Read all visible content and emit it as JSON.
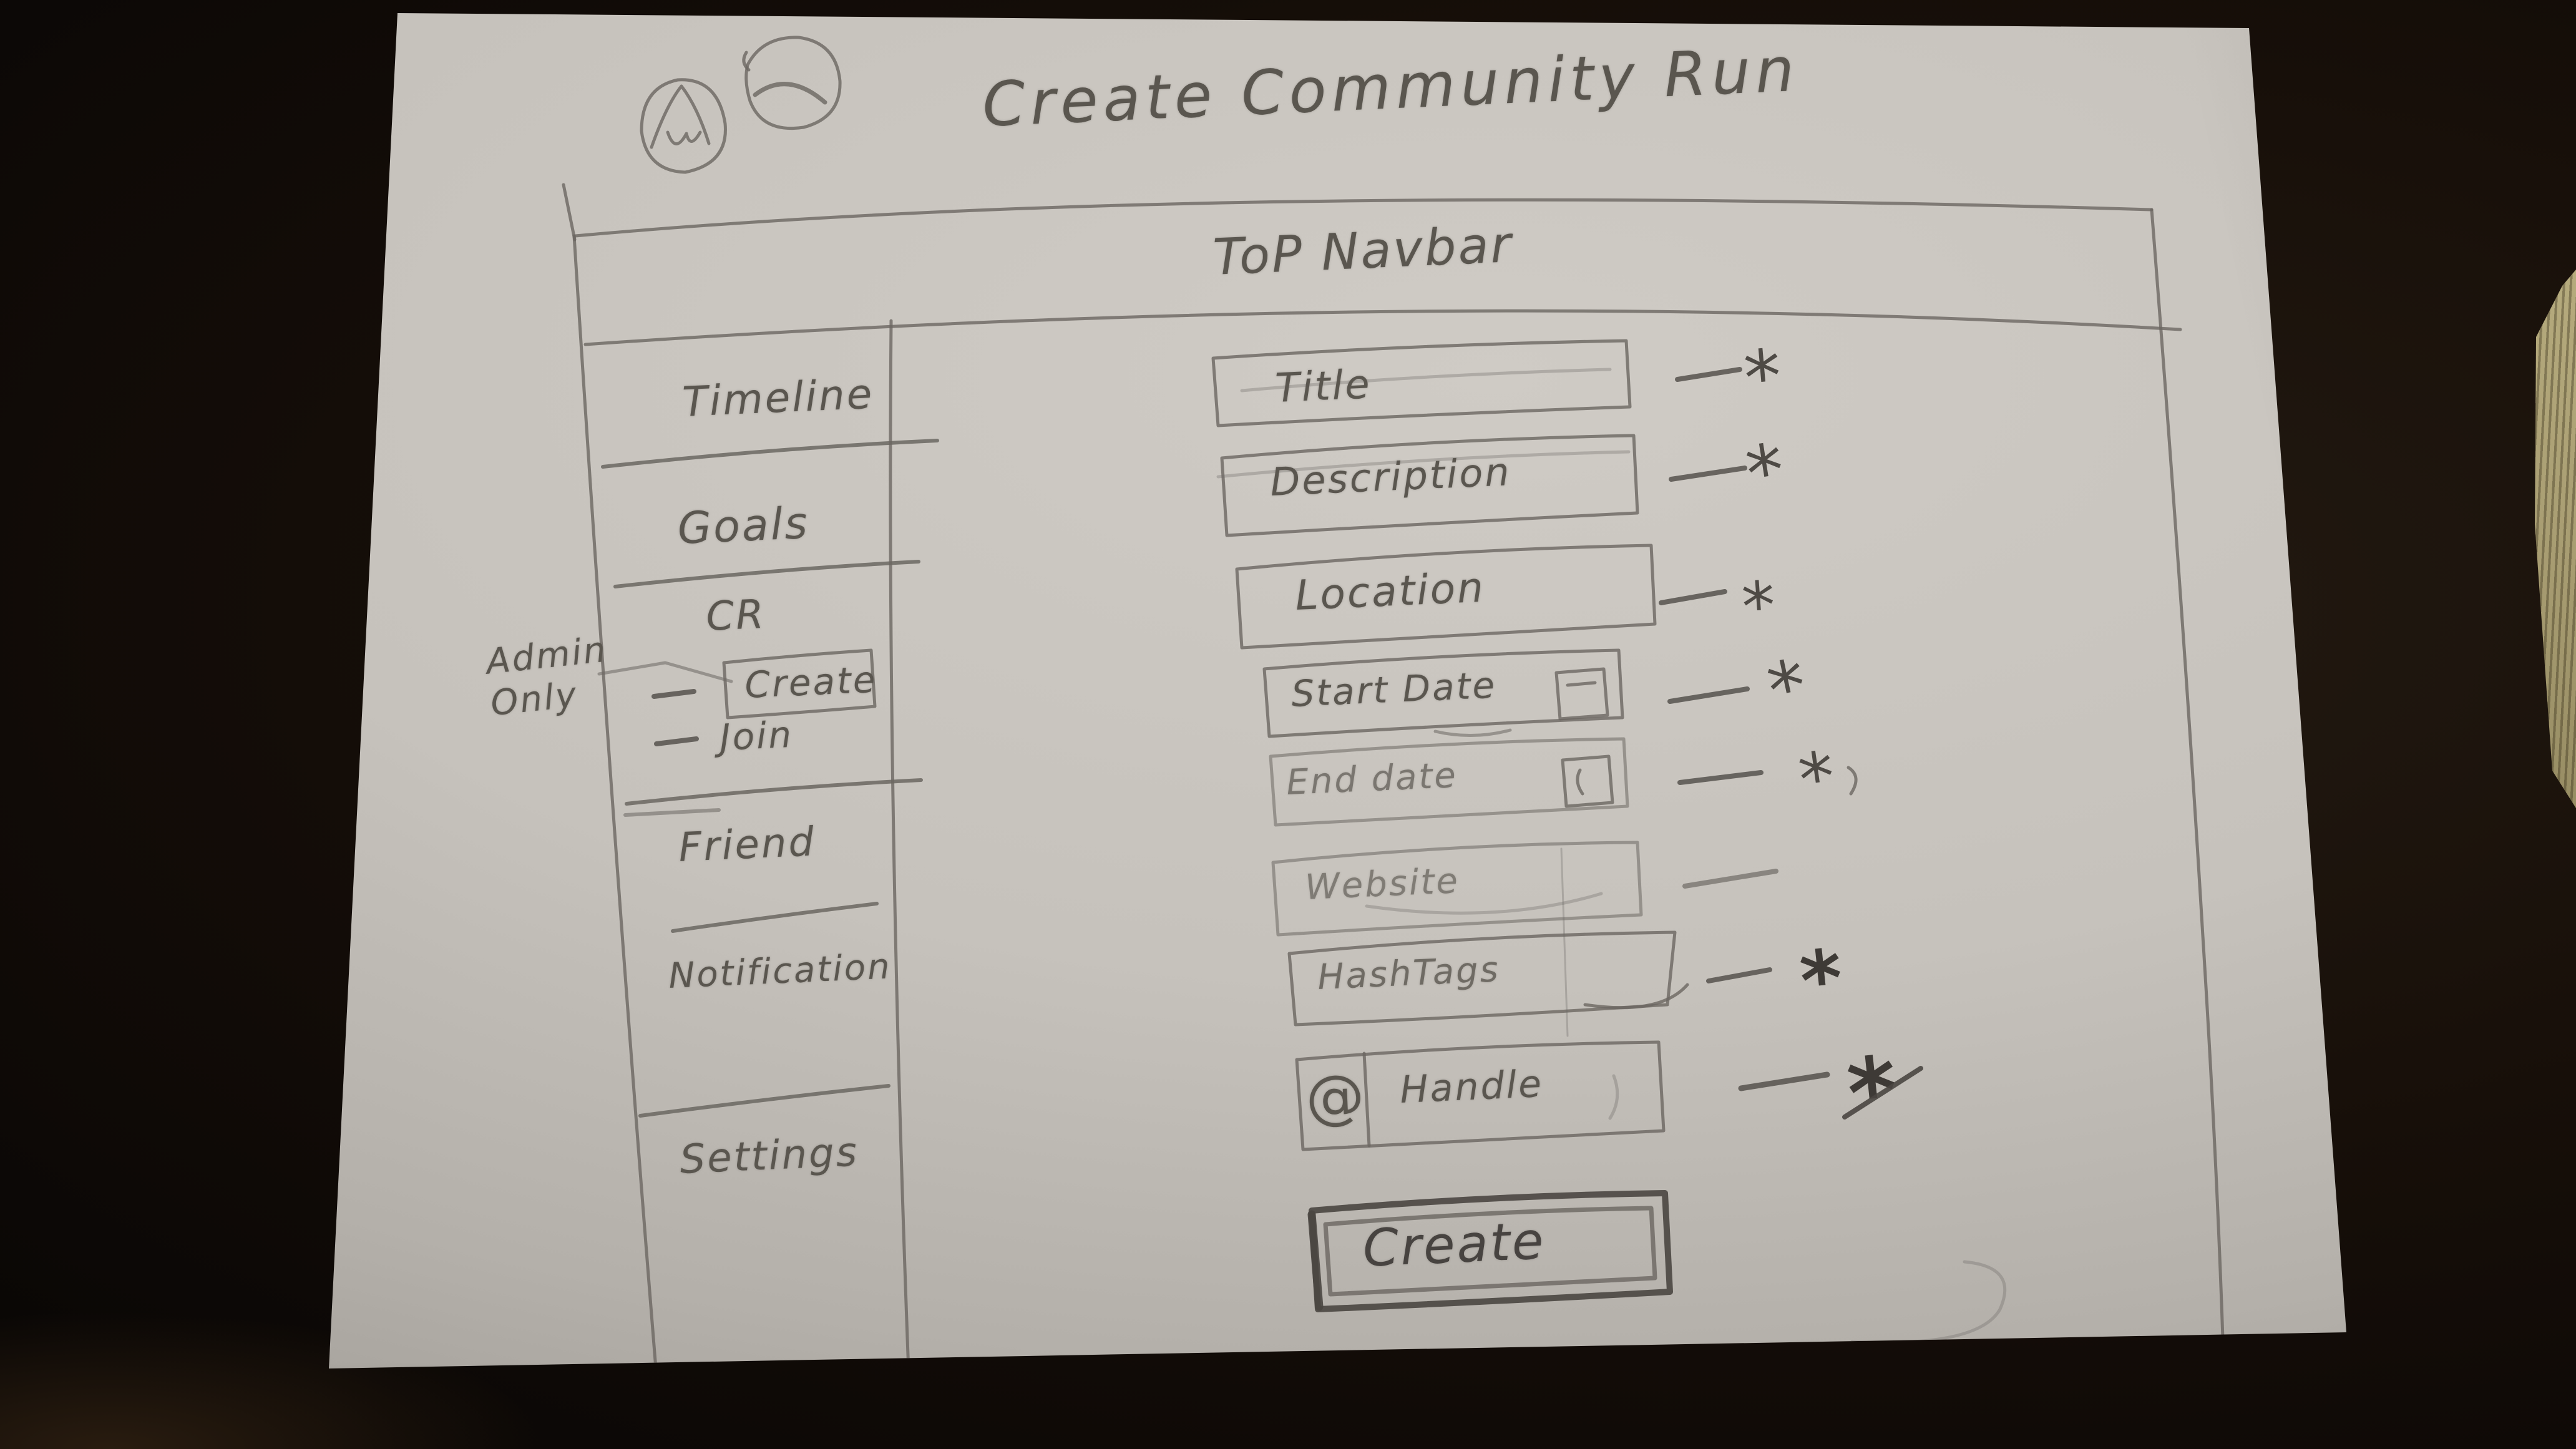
{
  "sketch": {
    "title": "Create Community Run",
    "navbar": {
      "label": "ToP Navbar"
    },
    "sidebar": {
      "items": [
        "Timeline",
        "Goals",
        "CR",
        "Create",
        "Join",
        "Friend",
        "Notification",
        "Settings"
      ],
      "admin_note_line1": "Admin",
      "admin_note_line2": "Only"
    },
    "form": {
      "fields": [
        {
          "label": "Title",
          "required_mark": "*",
          "icon": ""
        },
        {
          "label": "Description",
          "required_mark": "*",
          "icon": ""
        },
        {
          "label": "Location",
          "required_mark": "*",
          "icon": ""
        },
        {
          "label": "Start Date",
          "required_mark": "*",
          "icon": "calendar-icon"
        },
        {
          "label": "End date",
          "required_mark": "*",
          "icon": "calendar-icon"
        },
        {
          "label": "Website",
          "required_mark": "",
          "icon": ""
        },
        {
          "label": "HashTags",
          "required_mark": "*",
          "icon": ""
        },
        {
          "label": "Handle",
          "required_mark": "*",
          "icon": "at-icon",
          "icon_glyph": "@"
        }
      ],
      "submit_label": "Create"
    },
    "colors": {
      "pencil": "#6b6762",
      "pencil_dark": "#4a4641",
      "paper": "#c6c2bc",
      "background": "#170f09",
      "book_pages": "#a89d72"
    }
  }
}
